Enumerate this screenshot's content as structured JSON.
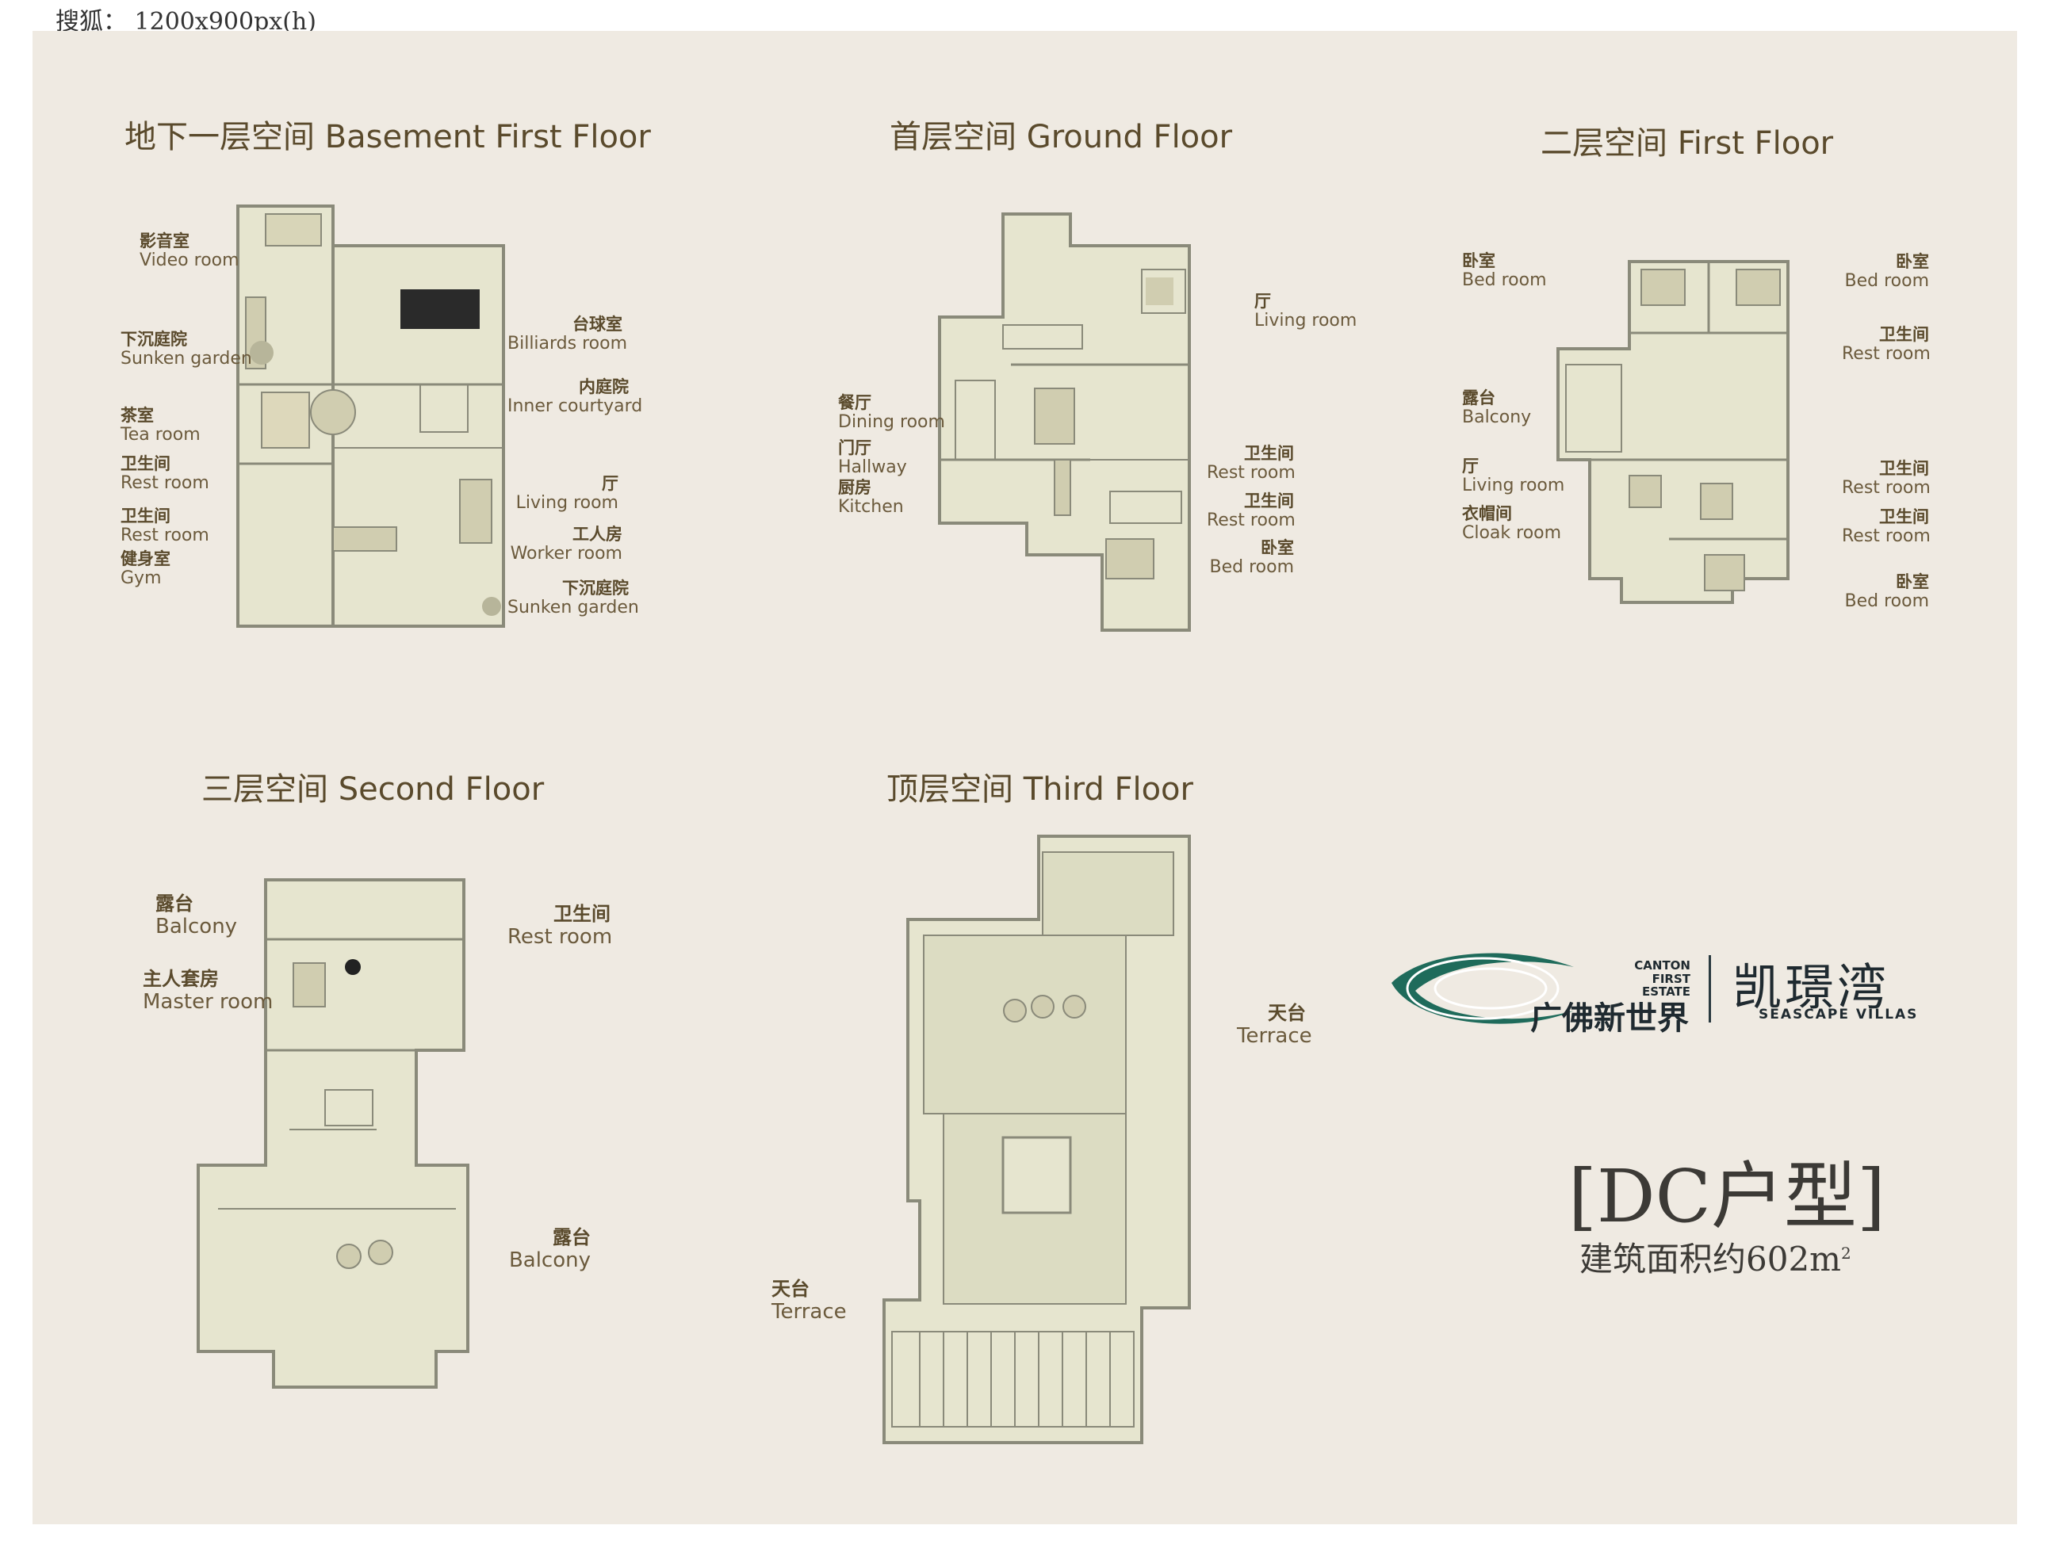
{
  "header": {
    "source": "搜狐：",
    "size": "1200x900px(h)"
  },
  "floors": {
    "basement": {
      "title": "地下一层空间 Basement First Floor",
      "labels": [
        {
          "zh": "影音室",
          "en": "Video room"
        },
        {
          "zh": "下沉庭院",
          "en": "Sunken garden"
        },
        {
          "zh": "茶室",
          "en": "Tea room"
        },
        {
          "zh": "卫生间",
          "en": "Rest room"
        },
        {
          "zh": "卫生间",
          "en": "Rest room"
        },
        {
          "zh": "健身室",
          "en": "Gym"
        },
        {
          "zh": "台球室",
          "en": "Billiards room"
        },
        {
          "zh": "内庭院",
          "en": "Inner courtyard"
        },
        {
          "zh": "厅",
          "en": "Living room"
        },
        {
          "zh": "工人房",
          "en": "Worker room"
        },
        {
          "zh": "下沉庭院",
          "en": "Sunken garden"
        }
      ]
    },
    "ground": {
      "title": "首层空间 Ground Floor",
      "labels": [
        {
          "zh": "厅",
          "en": "Living room"
        },
        {
          "zh": "餐厅",
          "en": "Dining room"
        },
        {
          "zh": "门厅",
          "en": "Hallway"
        },
        {
          "zh": "厨房",
          "en": "Kitchen"
        },
        {
          "zh": "卫生间",
          "en": "Rest room"
        },
        {
          "zh": "卫生间",
          "en": "Rest room"
        },
        {
          "zh": "卧室",
          "en": "Bed room"
        }
      ]
    },
    "first": {
      "title": "二层空间  First Floor",
      "labels": [
        {
          "zh": "卧室",
          "en": "Bed room"
        },
        {
          "zh": "露台",
          "en": "Balcony"
        },
        {
          "zh": "厅",
          "en": "Living room"
        },
        {
          "zh": "衣帽间",
          "en": "Cloak room"
        },
        {
          "zh": "卧室",
          "en": "Bed room"
        },
        {
          "zh": "卫生间",
          "en": "Rest room"
        },
        {
          "zh": "卫生间",
          "en": "Rest room"
        },
        {
          "zh": "卫生间",
          "en": "Rest room"
        },
        {
          "zh": "卧室",
          "en": "Bed room"
        }
      ]
    },
    "second": {
      "title": "三层空间  Second Floor",
      "labels": [
        {
          "zh": "露台",
          "en": "Balcony"
        },
        {
          "zh": "主人套房",
          "en": "Master room"
        },
        {
          "zh": "卫生间",
          "en": "Rest room"
        },
        {
          "zh": "露台",
          "en": "Balcony"
        }
      ]
    },
    "third": {
      "title": "顶层空间 Third Floor",
      "labels": [
        {
          "zh": "天台",
          "en": "Terrace"
        },
        {
          "zh": "天台",
          "en": "Terrace"
        }
      ]
    }
  },
  "brand": {
    "developer_zh": "广佛新世界",
    "developer_en_1": "CANTON FIRST",
    "developer_en_2": "ESTATE",
    "project_zh": "凯璟湾",
    "project_en": "SEASCAPE VILLAS"
  },
  "unit": {
    "type": "[DC户型]",
    "area_prefix": "建筑面积约602m",
    "area_sup": "2"
  },
  "colors": {
    "background": "#efeae2",
    "plan_fill": "#e6e5cf",
    "wall": "#8a8a7a",
    "text": "#6b5a3c",
    "logo_green": "#1f6b5b"
  }
}
